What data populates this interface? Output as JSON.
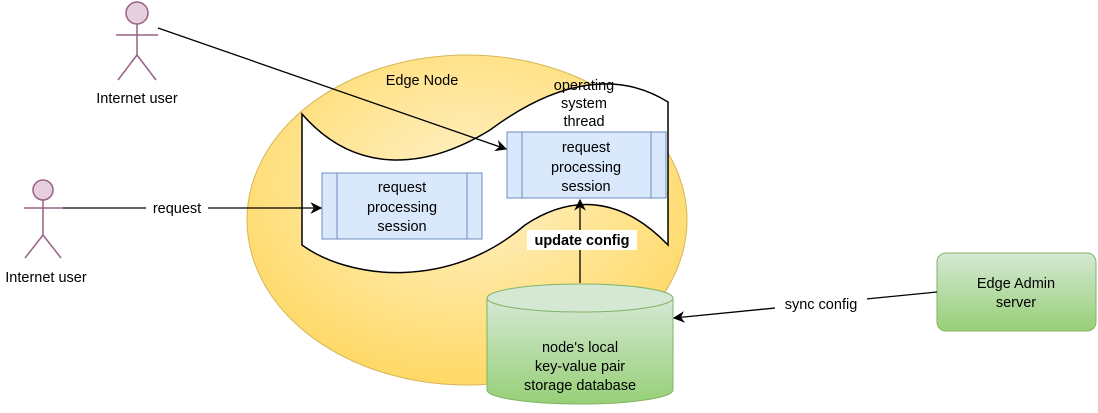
{
  "diagram": {
    "edge_node_label": "Edge Node",
    "thread_label": [
      "operating",
      "system",
      "thread"
    ],
    "session_top": [
      "request",
      "processing",
      "session"
    ],
    "session_left": [
      "request",
      "processing",
      "session"
    ],
    "user_top_label": "Internet user",
    "user_left_label": "Internet user",
    "request_label": "request",
    "update_config_label": "update config",
    "sync_config_label": "sync config",
    "database_label": [
      "node's local",
      "key-value pair",
      "storage database"
    ],
    "admin_label": [
      "Edge Admin",
      "server"
    ]
  },
  "colors": {
    "node_fill_light": "#fff2cc",
    "node_fill_dark": "#ffd966",
    "node_stroke": "#d6b656",
    "session_fill": "#dae8fc",
    "session_stroke": "#6c8ebf",
    "green_fill_light": "#d5e8d4",
    "green_fill_dark": "#97d077",
    "green_stroke": "#82b366",
    "actor_fill": "#e6d0de",
    "actor_stroke": "#996185"
  }
}
